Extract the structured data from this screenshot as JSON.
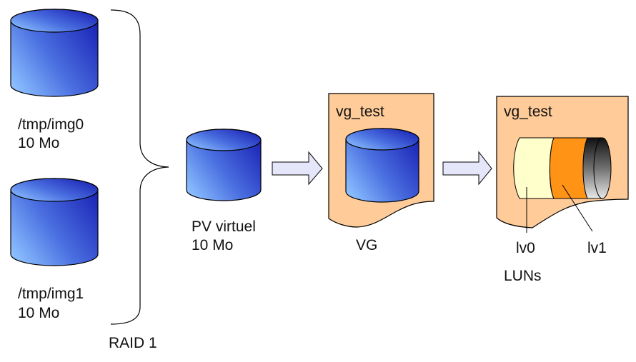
{
  "diagram": {
    "title": "",
    "disks": [
      {
        "id": "img0",
        "path": "/tmp/img0",
        "size": "10 Mo"
      },
      {
        "id": "img1",
        "path": "/tmp/img1",
        "size": "10 Mo"
      }
    ],
    "raid": {
      "label": "RAID 1"
    },
    "pv": {
      "name": "PV virtuel",
      "size": "10 Mo"
    },
    "vg": {
      "box_title": "vg_test",
      "caption": "VG"
    },
    "lv": {
      "box_title": "vg_test",
      "volumes": [
        {
          "name": "lv0",
          "color": "#ffffcc"
        },
        {
          "name": "lv1",
          "color": "#ff9315"
        }
      ],
      "caption": "LUNs"
    },
    "colors": {
      "disk_light": "#8cc0ff",
      "disk_dark": "#1a22b5",
      "box_fill": "#ffcc99",
      "arrow_fill": "#e6e6fa",
      "outline": "#000000"
    }
  }
}
